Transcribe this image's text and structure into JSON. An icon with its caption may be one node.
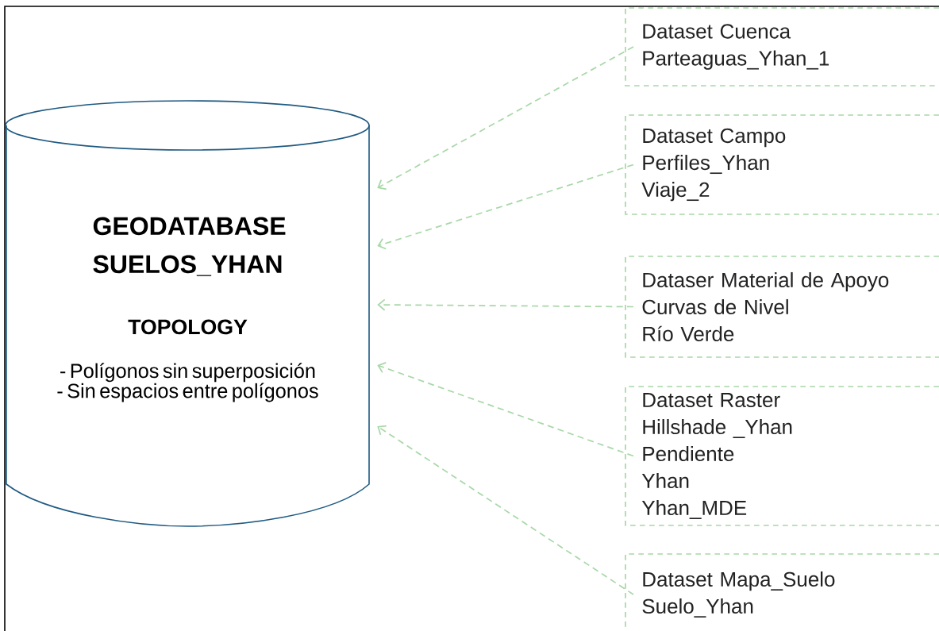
{
  "diagram": {
    "nodes": [
      {
        "text": [
          "GEODATABASE SUELOS_YHAN",
          "TOPOLOGY",
          "- Polígonos sin superposición",
          "- Sin espacios entre polígonos"
        ]
      },
      {
        "text": [
          "Dataset Cuenca",
          "Parteaguas_Yhan_1"
        ]
      },
      {
        "text": [
          "Dataset Campo",
          "Perfiles_Yhan",
          "Viaje_2"
        ]
      },
      {
        "text": [
          "Dataser Material de Apoyo",
          "Curvas de Nivel",
          "Río Verde"
        ]
      },
      {
        "text": [
          "Dataset Raster",
          "Hillshade _Yhan",
          "Pendiente",
          "Yhan",
          "Yhan_MDE"
        ]
      },
      {
        "text": [
          "Dataset Mapa_Suelo",
          "Suelo_Yhan"
        ]
      }
    ],
    "edges": [
      {
        "from": 1,
        "to": 0,
        "arrow": "to",
        "style": "dashed"
      },
      {
        "from": 2,
        "to": 0,
        "arrow": "to",
        "style": "dashed"
      },
      {
        "from": 3,
        "to": 0,
        "arrow": "to",
        "style": "dashed"
      },
      {
        "from": 4,
        "to": 0,
        "arrow": "to",
        "style": "dashed"
      },
      {
        "from": 5,
        "to": 0,
        "arrow": "to",
        "style": "dashed"
      }
    ]
  }
}
